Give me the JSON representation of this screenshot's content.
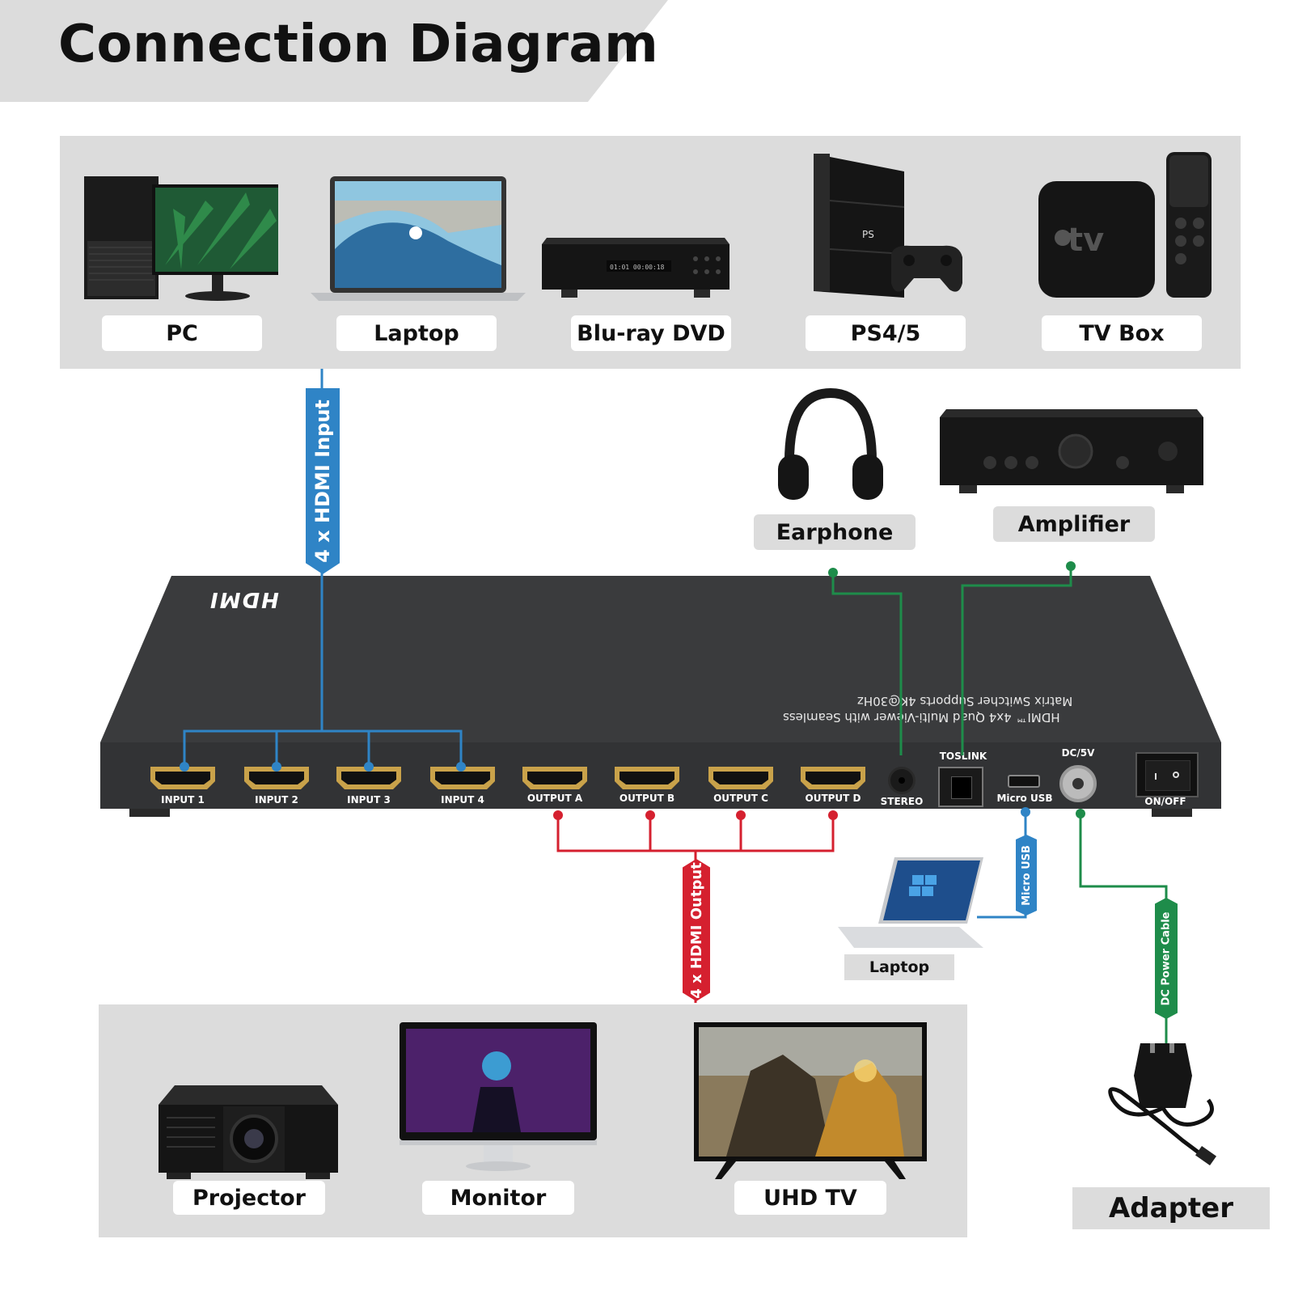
{
  "title": "Connection Diagram",
  "sources": [
    {
      "label": "PC",
      "icon": "pc-icon"
    },
    {
      "label": "Laptop",
      "icon": "laptop-icon"
    },
    {
      "label": "Blu-ray DVD",
      "icon": "bluray-player-icon"
    },
    {
      "label": "PS4/5",
      "icon": "game-console-icon"
    },
    {
      "label": "TV Box",
      "icon": "tv-box-icon"
    }
  ],
  "audio": {
    "earphone": "Earphone",
    "amplifier": "Amplifier"
  },
  "connections": {
    "hdmi_input": "4 x HDMI Input",
    "hdmi_output": "4 x HDMI Output",
    "micro_usb": "Micro USB",
    "dc_power_cable": "DC Power Cable"
  },
  "device": {
    "hdmi_logo": "HDMI",
    "description_line1": "HDMI™ 4x4 Quad Multi-Viewer with Seamless",
    "description_line2": "Matrix Switcher Supports 4K@30Hz",
    "ports": [
      "INPUT 1",
      "INPUT 2",
      "INPUT 3",
      "INPUT 4",
      "OUTPUT A",
      "OUTPUT B",
      "OUTPUT C",
      "OUTPUT D"
    ],
    "stereo": "STEREO",
    "toslink": "TOSLINK",
    "micro_usb": "Micro USB",
    "dc": "DC/5V",
    "onoff": "ON/OFF"
  },
  "control": {
    "laptop": "Laptop"
  },
  "displays": [
    {
      "label": "Projector",
      "icon": "projector-icon"
    },
    {
      "label": "Monitor",
      "icon": "monitor-icon"
    },
    {
      "label": "UHD TV",
      "icon": "tv-icon"
    }
  ],
  "adapter": "Adapter",
  "colors": {
    "input": "#2f84c6",
    "output": "#d5202f",
    "green": "#1e8c4a",
    "panel": "#dcdcdc",
    "device": "#3c3d3f"
  }
}
